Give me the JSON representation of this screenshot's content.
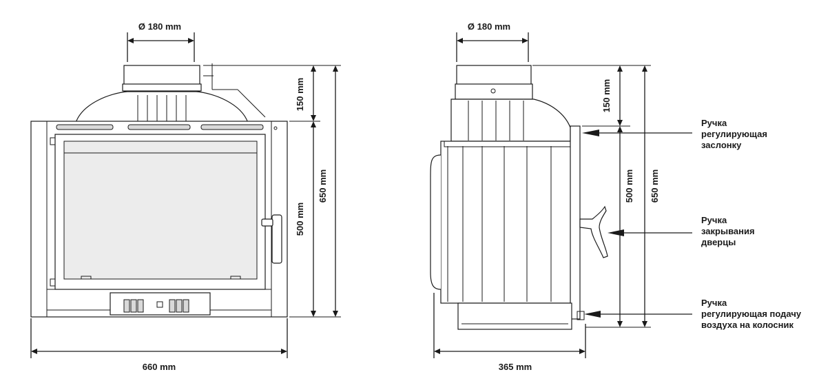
{
  "front_view": {
    "flue_diameter": "Ø 180 mm",
    "width": "660 mm",
    "height_total": "650 mm",
    "height_body": "500 mm",
    "height_top": "150 mm"
  },
  "side_view": {
    "flue_diameter": "Ø 180 mm",
    "depth": "365 mm",
    "height_total": "650 mm",
    "height_body": "500 mm",
    "height_top": "150 mm"
  },
  "callouts": {
    "damper_handle": [
      "Ручка",
      "регулирующая",
      "заслонку"
    ],
    "door_handle": [
      "Ручка",
      "закрывания",
      "дверцы"
    ],
    "air_handle": [
      "Ручка",
      "регулирующая подачу",
      "воздуха на колосник"
    ]
  }
}
